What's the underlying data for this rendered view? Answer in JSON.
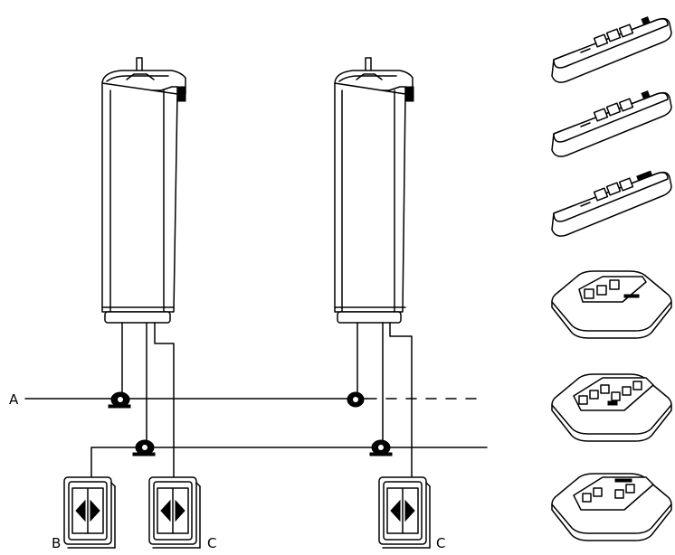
{
  "labels": {
    "a": "A",
    "b": "B",
    "c_left": "C",
    "c_right": "C"
  },
  "colors": {
    "line": "#000000",
    "background": "#ffffff"
  }
}
